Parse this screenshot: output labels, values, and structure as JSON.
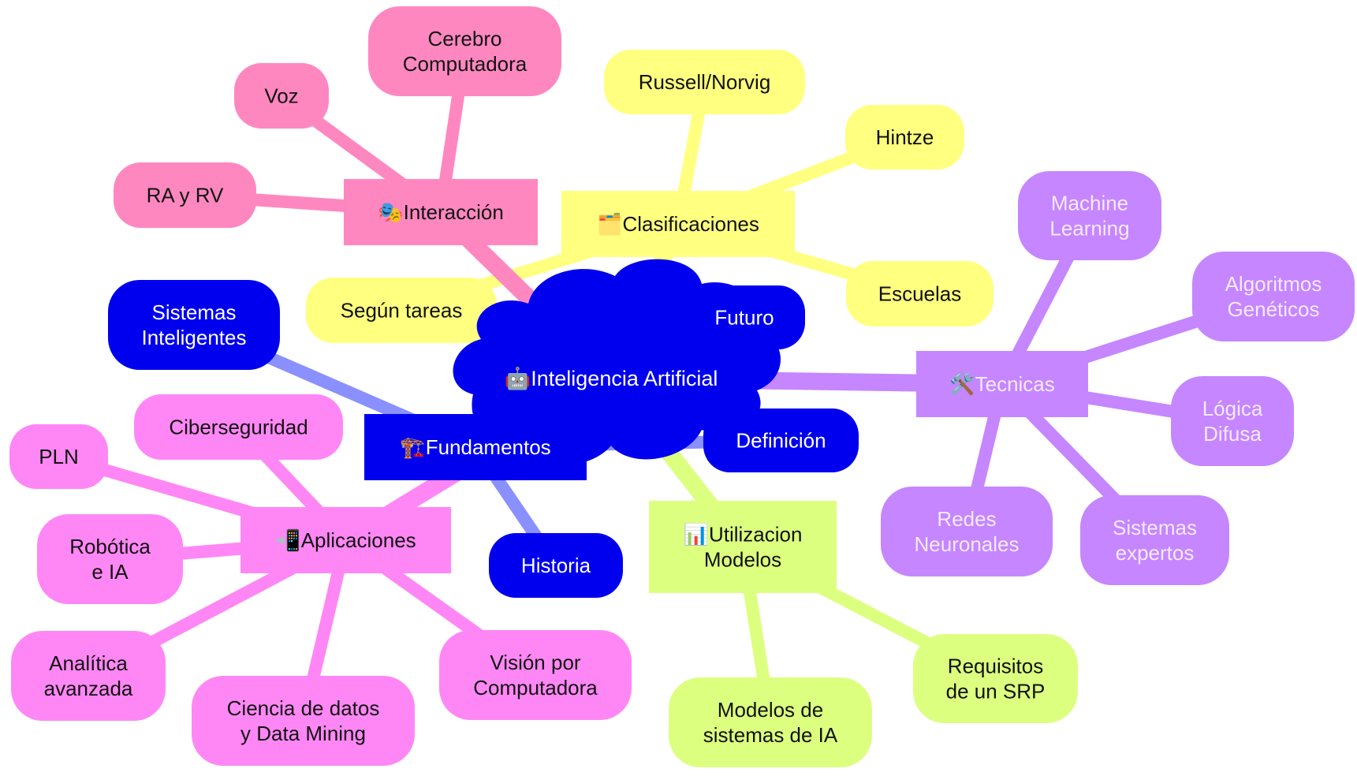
{
  "diagram": {
    "type": "mindmap",
    "center": {
      "id": "root",
      "icon": "robot-icon",
      "emoji": "🤖",
      "label": "Inteligencia Artificial",
      "color": "#0000ee"
    },
    "branches": [
      {
        "id": "fundamentos",
        "icon": "construction-crane-icon",
        "emoji": "🏗️",
        "label": "Fundamentos",
        "color": "#0000ee",
        "edge_color": "#8a90ff",
        "children": [
          {
            "id": "sistemas-inteligentes",
            "lines": [
              "Sistemas",
              "Inteligentes"
            ]
          },
          {
            "id": "futuro",
            "lines": [
              "Futuro"
            ]
          },
          {
            "id": "definicion",
            "lines": [
              "Definición"
            ]
          },
          {
            "id": "historia",
            "lines": [
              "Historia"
            ]
          }
        ]
      },
      {
        "id": "interaccion",
        "icon": "theater-masks-icon",
        "emoji": "🎭",
        "label": "Interacción",
        "color": "#ff87c0",
        "edge_color": "#ff87c0",
        "children": [
          {
            "id": "voz",
            "lines": [
              "Voz"
            ]
          },
          {
            "id": "cerebro-computadora",
            "lines": [
              "Cerebro",
              "Computadora"
            ]
          },
          {
            "id": "ra-rv",
            "lines": [
              "RA y RV"
            ]
          }
        ]
      },
      {
        "id": "clasificaciones",
        "icon": "card-index-dividers-icon",
        "emoji": "🗂️",
        "label": "Clasificaciones",
        "color": "#ffff80",
        "edge_color": "#ffff80",
        "children": [
          {
            "id": "russell-norvig",
            "lines": [
              "Russell/Norvig"
            ]
          },
          {
            "id": "hintze",
            "lines": [
              "Hintze"
            ]
          },
          {
            "id": "escuelas",
            "lines": [
              "Escuelas"
            ]
          },
          {
            "id": "segun-tareas",
            "lines": [
              "Según tareas"
            ]
          }
        ]
      },
      {
        "id": "tecnicas",
        "icon": "hammer-wrench-icon",
        "emoji": "🛠️",
        "label": "Tecnicas",
        "color": "#c586ff",
        "edge_color": "#c586ff",
        "children": [
          {
            "id": "machine-learning",
            "lines": [
              "Machine",
              "Learning"
            ]
          },
          {
            "id": "algoritmos-geneticos",
            "lines": [
              "Algoritmos",
              "Genéticos"
            ]
          },
          {
            "id": "logica-difusa",
            "lines": [
              "Lógica",
              "Difusa"
            ]
          },
          {
            "id": "sistemas-expertos",
            "lines": [
              "Sistemas",
              "expertos"
            ]
          },
          {
            "id": "redes-neuronales",
            "lines": [
              "Redes",
              "Neuronales"
            ]
          }
        ]
      },
      {
        "id": "utilizacion",
        "icon": "bar-chart-icon",
        "emoji": "📊",
        "label": "Utilizacion Modelos",
        "color": "#dcff80",
        "edge_color": "#dcff80",
        "children": [
          {
            "id": "requisitos-srp",
            "lines": [
              "Requisitos",
              "de un SRP"
            ]
          },
          {
            "id": "modelos-sistemas-ia",
            "lines": [
              "Modelos de",
              "sistemas de IA"
            ]
          }
        ]
      },
      {
        "id": "aplicaciones",
        "icon": "mobile-phone-arrow-icon",
        "emoji": "📲",
        "label": "Aplicaciones",
        "color": "#ff87f5",
        "edge_color": "#ff87f5",
        "children": [
          {
            "id": "ciberseguridad",
            "lines": [
              "Ciberseguridad"
            ]
          },
          {
            "id": "pln",
            "lines": [
              "PLN"
            ]
          },
          {
            "id": "robotica-ia",
            "lines": [
              "Robótica",
              "e IA"
            ]
          },
          {
            "id": "analitica-avanzada",
            "lines": [
              "Analítica",
              "avanzada"
            ]
          },
          {
            "id": "ciencia-datos",
            "lines": [
              "Ciencia de datos",
              "y Data Mining"
            ]
          },
          {
            "id": "vision-computadora",
            "lines": [
              "Visión por",
              "Computadora"
            ]
          }
        ]
      }
    ]
  }
}
